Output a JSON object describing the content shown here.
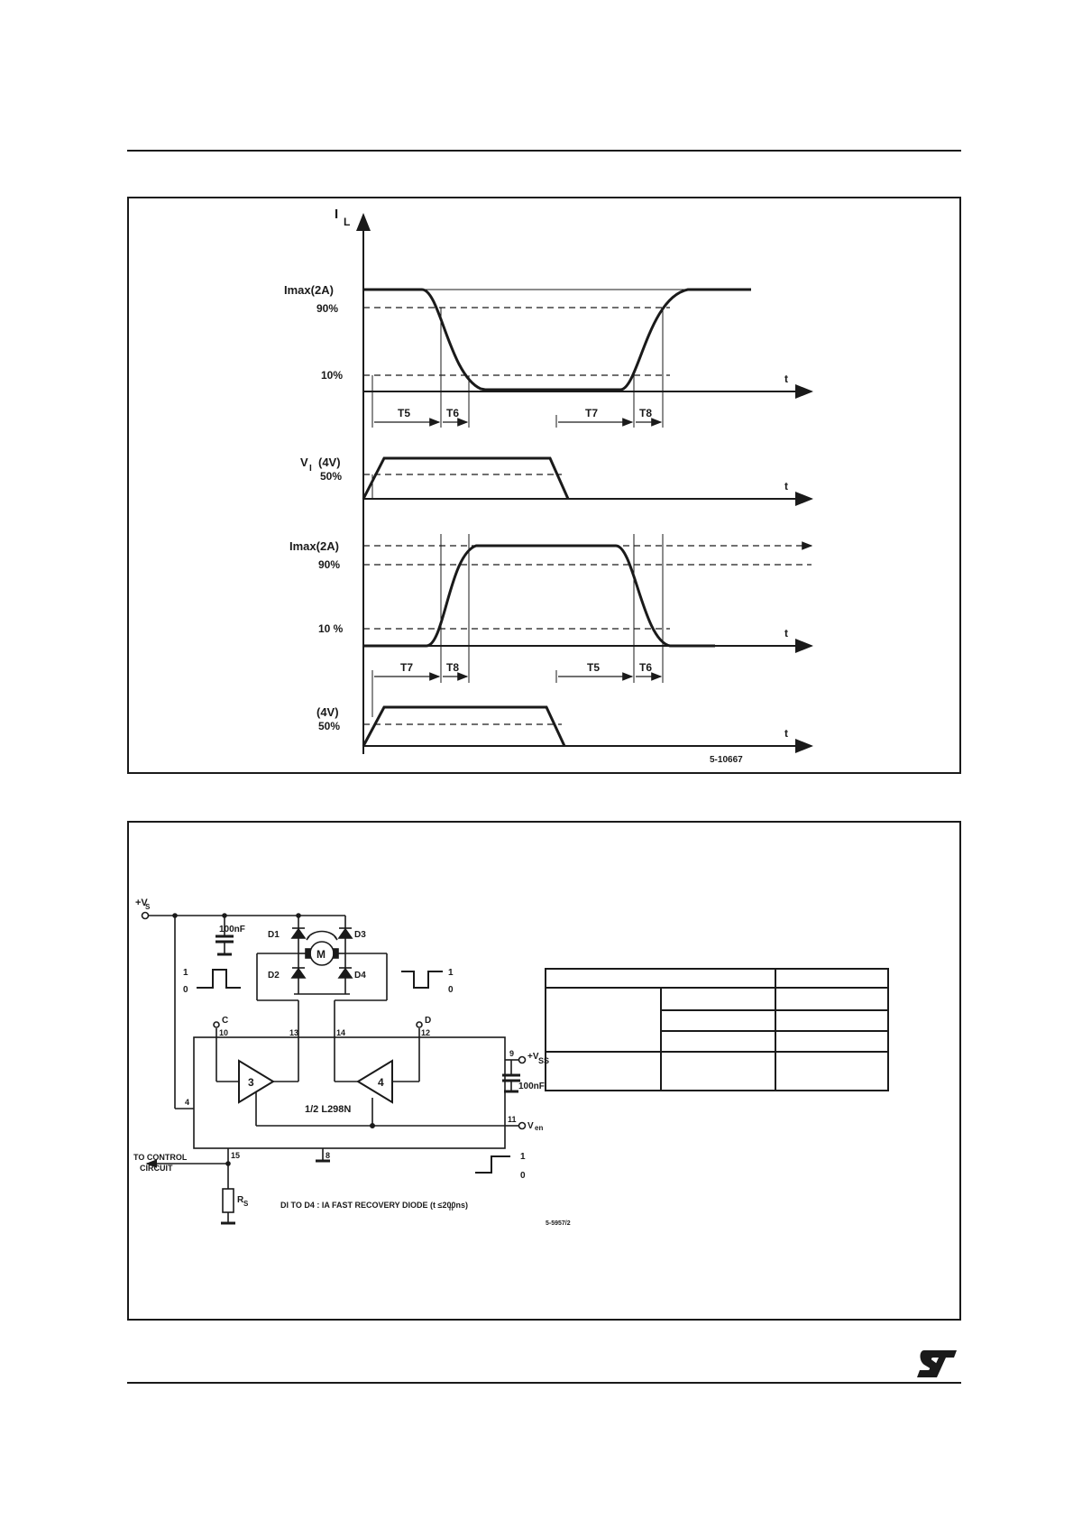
{
  "timing_diagram": {
    "il_axis": "I",
    "il_axis_sub": "L",
    "imax_label": "Imax(2A)",
    "p90": "90%",
    "p10": "10%",
    "p90_b": "90%",
    "p10_b": "10 %",
    "vi_label": "V",
    "vi_sub": "I",
    "vi_value": "(4V)",
    "p50": "50%",
    "v4_label": "(4V)",
    "p50_b": "50%",
    "t": "t",
    "T5": "T5",
    "T6": "T6",
    "T7": "T7",
    "T8": "T8",
    "code": "5-10667"
  },
  "circuit": {
    "vs": "+V",
    "vs_sub": "S",
    "cap1": "100nF",
    "cap2": "100nF",
    "d1": "D1",
    "d2": "D2",
    "d3": "D3",
    "d4": "D4",
    "motor": "M",
    "one": "1",
    "zero": "0",
    "pin_c": "C",
    "pin_d": "D",
    "pin10": "10",
    "pin13": "13",
    "pin14": "14",
    "pin12": "12",
    "pin9": "9",
    "pin4": "4",
    "pin11": "11",
    "pin15": "15",
    "pin8": "8",
    "vss": "+V",
    "vss_sub": "SS",
    "ven": "V",
    "ven_sub": "en",
    "amp3": "3",
    "amp4": "4",
    "chip": "1/2 L298N",
    "control1": "TO CONTROL",
    "control2": "CIRCUIT",
    "rs": "R",
    "rs_sub": "S",
    "note": "DI TO D4 : IA FAST RECOVERY DIODE (t   ≤200ns)",
    "note_sub": "rr",
    "code": "5-5957/2"
  },
  "logo": "ST",
  "colors": {
    "ink": "#1a1a1a",
    "paper": "#ffffff"
  }
}
